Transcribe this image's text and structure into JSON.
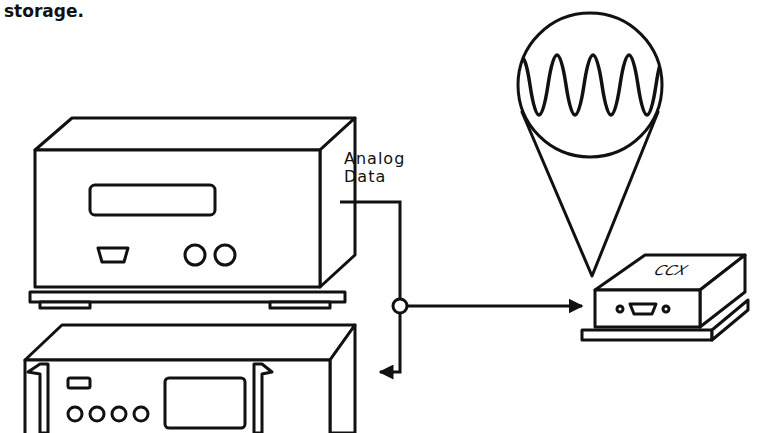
{
  "diagram": {
    "labels": [
      "storage.",
      "Analog Data",
      "CCX"
    ]
  }
}
